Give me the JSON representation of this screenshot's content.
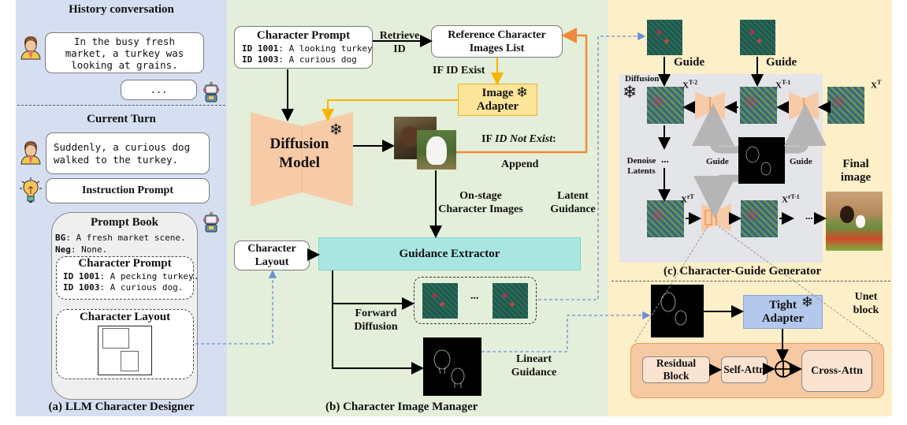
{
  "panel_a": {
    "history_title": "History conversation",
    "history_user_msg": "In the busy fresh market, a turkey was looking at grains.",
    "history_bot_msg": "...",
    "current_title": "Current Turn",
    "current_user_msg": "Suddenly, a curious dog walked to the turkey.",
    "instruction_prompt": "Instruction Prompt",
    "prompt_book": {
      "title": "Prompt Book",
      "bg_key": "BG",
      "bg_value": ": A fresh market scene.",
      "neg_key": "Neg",
      "neg_value": ": None.",
      "character_prompt_title": "Character Prompt",
      "characters": [
        {
          "id": "ID 1001",
          "desc": ": A pecking turkey."
        },
        {
          "id": "ID 1003",
          "desc": ": A curious dog."
        }
      ],
      "character_layout_title": "Character Layout"
    },
    "caption": "(a) LLM Character Designer",
    "icons": {
      "user": "person-avatar-icon",
      "bot": "robot-icon",
      "idea": "lightbulb-icon"
    },
    "color": "#d6dff2"
  },
  "panel_b": {
    "character_prompt_title": "Character Prompt",
    "characters": [
      {
        "id": "ID 1001",
        "desc": ": A looking turkey"
      },
      {
        "id": "ID 1003",
        "desc": ": A curious dog"
      }
    ],
    "retrieve_id": "Retrieve ID",
    "reference_list": "Reference Character Images List",
    "if_id_exist": "IF ID Exist",
    "image_adapter": "Image Adapter",
    "diffusion_model": "Diffusion Model",
    "if_id_not_exist_prefix": "IF ",
    "if_id_not_exist_italic": "ID Not Exist",
    "if_id_not_exist_suffix": ":",
    "append": "Append",
    "onstage": "On-stage Character Images",
    "latent_guidance": "Latent Guidance",
    "character_layout": "Character Layout",
    "guidance_extractor": "Guidance Extractor",
    "forward_diffusion": "Forward Diffusion",
    "ellipsis": "...",
    "lineart_guidance": "Lineart Guidance",
    "caption": "(b) Character Image Manager",
    "color": "#e3efda"
  },
  "panel_c": {
    "guide_1": "Guide",
    "guide_2": "Guide",
    "diffusion": "Diffusion",
    "x_t2": "X",
    "x_t2_sup": "T-2",
    "x_t1": "X",
    "x_t1_sup": "T-1",
    "x_t": "X",
    "x_t_sup": "T",
    "guide_left": "Guide",
    "guide_right": "Guide",
    "denoise_latents": "Denoise Latents",
    "dots": "...",
    "x_rt": "X",
    "x_rt_sup": "rT",
    "x_rt1": "X",
    "x_rt1_sup": "rT-1",
    "final_image": "Final image",
    "caption": "(c)  Character-Guide Generator",
    "tight_adapter": "Tight Adapter",
    "unet_block": "Unet block",
    "residual_block": "Residual Block",
    "self_attn": "Self-Attn",
    "cross_attn": "Cross-Attn",
    "color": "#fdefc8"
  },
  "colors": {
    "unet_salmon": "#f8cba8",
    "adapter_yellow": "#fde59a",
    "extractor_cyan": "#a9e6e2",
    "tight_adapter_blue": "#b4c7ec",
    "orange_arrow": "#ef8a3a",
    "yellow_arrow": "#f7b500",
    "dashed_blue": "#6a8fd0",
    "unet_block_bg": "#f7c9a3"
  }
}
